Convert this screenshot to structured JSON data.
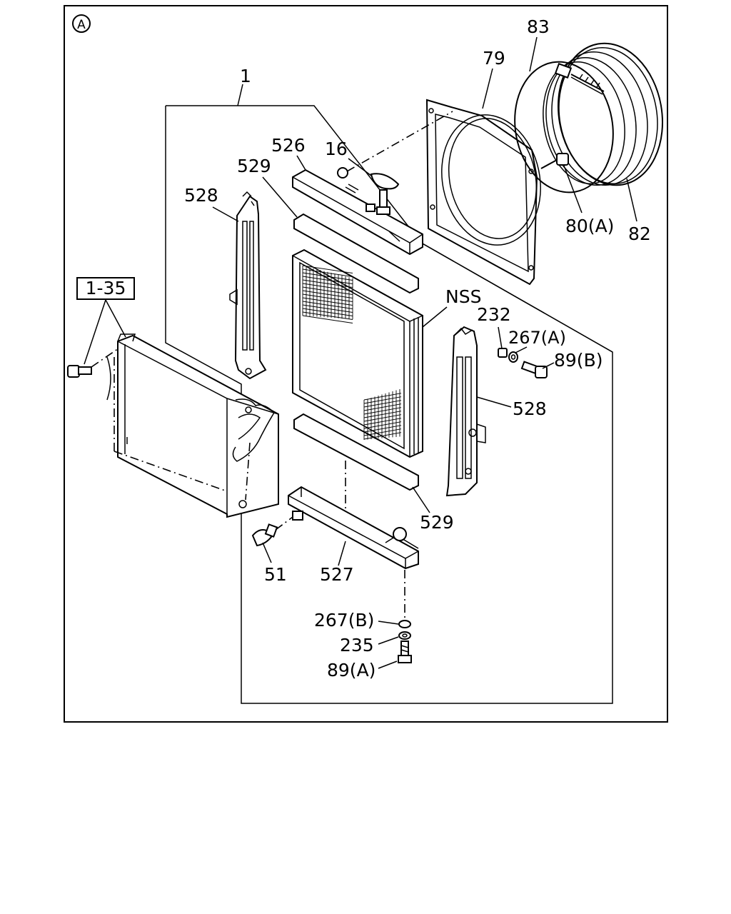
{
  "diagram": {
    "view_marker": "A",
    "assembly_ref": "1-35",
    "callouts": {
      "c1": "1",
      "c83": "83",
      "c79": "79",
      "c526": "526",
      "c16": "16",
      "c529_top": "529",
      "c528_left": "528",
      "c80a": "80(A)",
      "c82": "82",
      "nss": "NSS",
      "c232": "232",
      "c267a": "267(A)",
      "c89b": "89(B)",
      "c528_right": "528",
      "c529_bottom": "529",
      "c51": "51",
      "c527": "527",
      "c267b": "267(B)",
      "c235": "235",
      "c89a": "89(A)"
    }
  }
}
